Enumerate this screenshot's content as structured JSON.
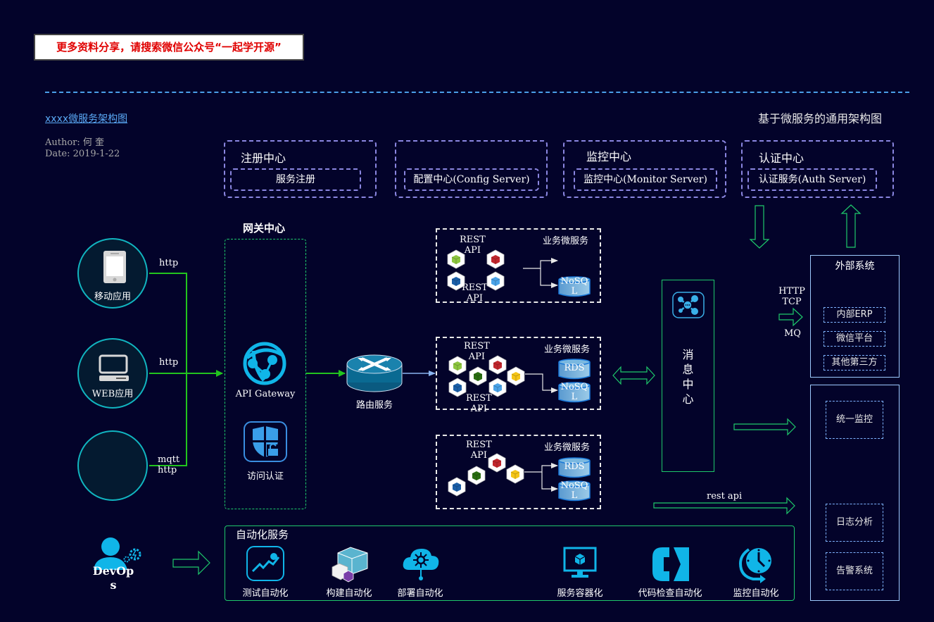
{
  "banner": {
    "text": "更多资料分享，请搜索微信公众号“一起学开源”"
  },
  "header": {
    "link_title": "xxxx微服务架构图",
    "author": "Author: 何  奎",
    "date": "Date: 2019-1-22",
    "main_title": "基于微服务的通用架构图"
  },
  "platform_boxes": [
    {
      "title": "注册中心",
      "inner": "服务注册"
    },
    {
      "title": "",
      "inner": "配置中心(Config Server)"
    },
    {
      "title": "监控中心",
      "inner": "监控中心(Monitor Server)"
    },
    {
      "title": "认证中心",
      "inner": "认证服务(Auth Server)"
    }
  ],
  "clients": [
    {
      "label": "移动应用",
      "icon": "mobile-phone-icon",
      "protocol": "http"
    },
    {
      "label": "WEB应用",
      "icon": "desktop-computer-icon",
      "protocol": "http"
    },
    {
      "label": "",
      "icon": "",
      "protocol": "mqtt\nhttp",
      "protocol_lines": [
        "mqtt",
        "http"
      ]
    }
  ],
  "gateway": {
    "title": "网关中心",
    "api_gateway_label": "API Gateway",
    "auth_label": "访问认证"
  },
  "router": {
    "label": "路由服务"
  },
  "microservices": [
    {
      "label": "业务微服务",
      "rest_top": [
        "REST",
        "API"
      ],
      "rest_bottom": [
        "REST",
        "API"
      ],
      "dbs": [
        [
          "NoSQ",
          "L"
        ]
      ]
    },
    {
      "label": "业务微服务",
      "rest_top": [
        "REST",
        "API"
      ],
      "rest_bottom": [
        "REST",
        "API"
      ],
      "dbs": [
        [
          "RDS"
        ],
        [
          "NoSQ",
          "L"
        ]
      ]
    },
    {
      "label": "业务微服务",
      "rest_top": [
        "REST",
        "API"
      ],
      "dbs": [
        [
          "RDS"
        ],
        [
          "NoSQ",
          "L"
        ]
      ]
    }
  ],
  "message_center": {
    "label_chars": [
      "消",
      "息",
      "中",
      "心"
    ]
  },
  "protocols_right": {
    "line1": "HTTP",
    "line2": "TCP",
    "line3": "MQ"
  },
  "external": {
    "title": "外部系统",
    "items": [
      "内部ERP",
      "微信平台",
      "其他第三方"
    ]
  },
  "ops": {
    "items": [
      "统一监控",
      "日志分析",
      "告警系统"
    ]
  },
  "rest_api_label": "rest api",
  "devops": {
    "label_line1": "DevOp",
    "label_line2": "s"
  },
  "automation": {
    "title": "自动化服务",
    "items": [
      {
        "label": "测试自动化",
        "icon": "chart-trend-icon"
      },
      {
        "label": "构建自动化",
        "icon": "build-cubes-icon"
      },
      {
        "label": "部署自动化",
        "icon": "cloud-deploy-icon"
      },
      {
        "label": "服务容器化",
        "icon": "monitor-container-icon"
      },
      {
        "label": "代码检查自动化",
        "icon": "code-bracket-icon"
      },
      {
        "label": "监控自动化",
        "icon": "clock-refresh-icon"
      }
    ]
  },
  "colors": {
    "background": "#03032a",
    "accent_green": "#1ec96b",
    "link_green": "#22c41e",
    "platform_purple": "#8a86e0",
    "icon_cyan": "#10b5e8",
    "banner_red": "#e00000"
  }
}
